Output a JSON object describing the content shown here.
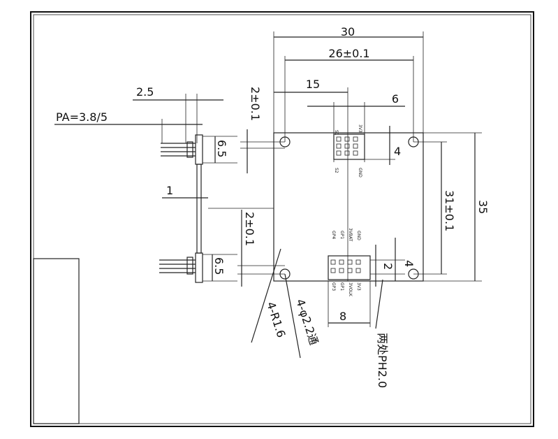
{
  "dimensions": {
    "width_total": "30",
    "hole_spacing_x": "26±0.1",
    "offset_15": "15",
    "offset_6": "6",
    "pitch_2_5": "2.5",
    "pa": "PA=3.8/5",
    "height_6_5_top": "6.5",
    "height_6_5_bottom": "6.5",
    "offset_2_top": "2±0.1",
    "offset_2_bottom": "2±0.1",
    "thickness_1": "1",
    "gap_4_top": "4",
    "gap_4_bottom": "4",
    "gap_2": "2",
    "height_total": "35",
    "hole_spacing_y": "31±0.1",
    "width_8": "8",
    "corner_radius": "4-R1.6",
    "hole_diameter": "4-φ2.2通",
    "connector_note": "两处PH2.0"
  },
  "pins": {
    "top_left_upper": "S1",
    "top_right_upper": "3V3",
    "top_left_lower": "S2",
    "top_right_lower": "GND",
    "bottom_row_upper": [
      "GP4",
      "GP1",
      "3VBAT",
      "GND"
    ],
    "bottom_row_lower": [
      "GP3",
      "GP1",
      "3VOLK",
      "3V3"
    ]
  }
}
